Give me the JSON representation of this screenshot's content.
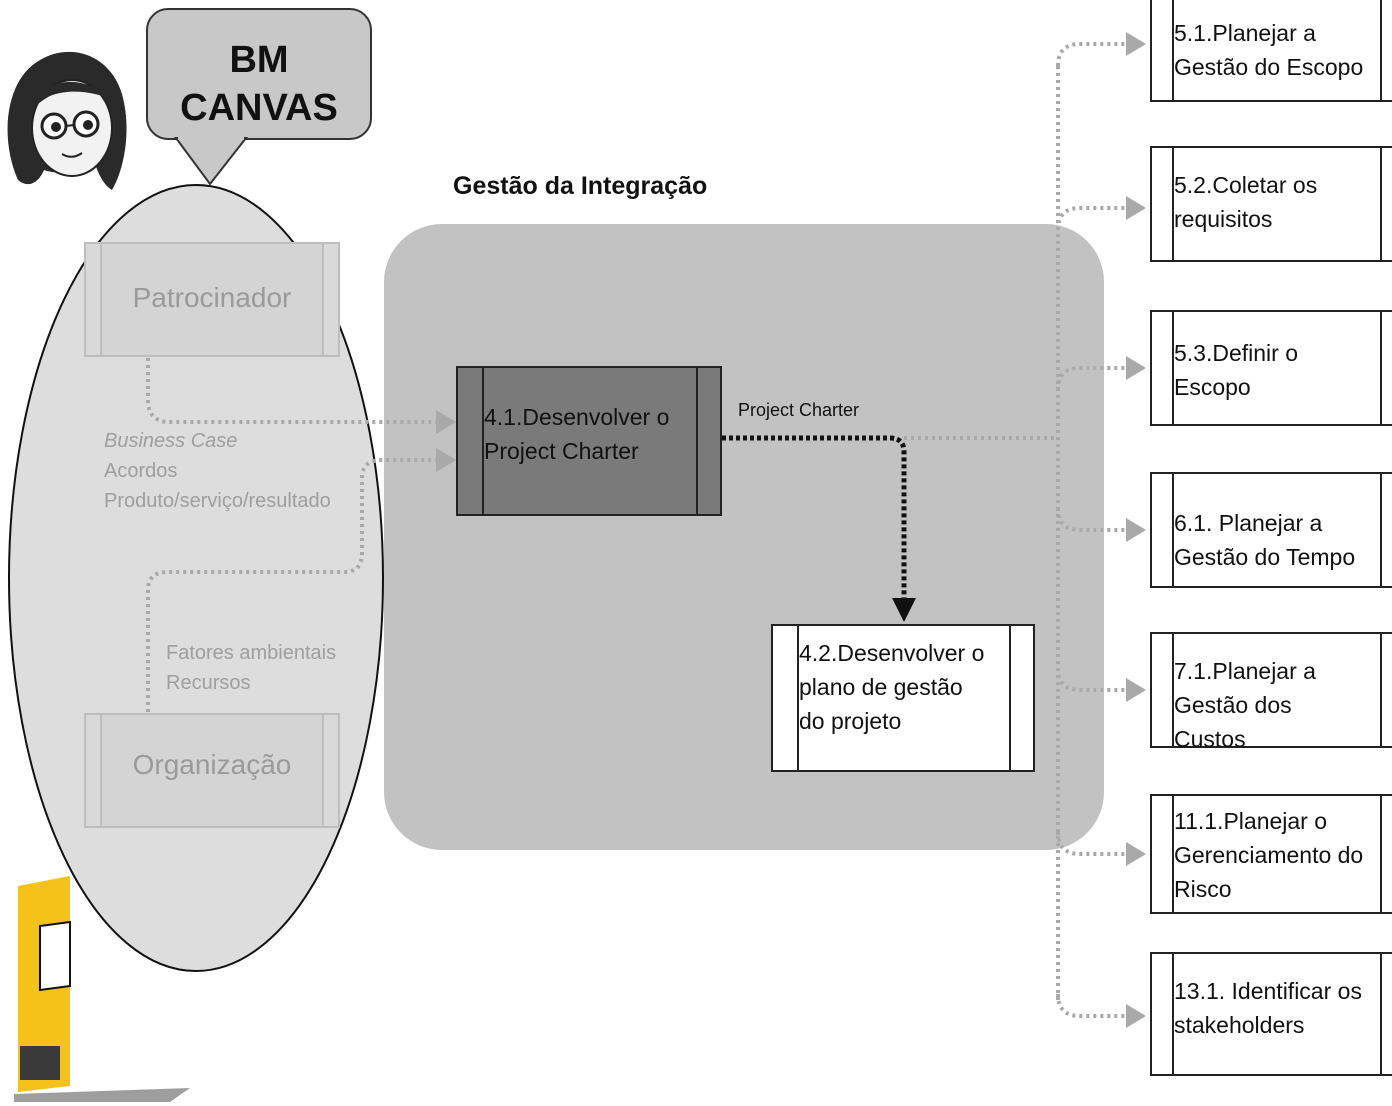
{
  "speech_bubble": {
    "line1": "BM",
    "line2": "CANVAS"
  },
  "section_title": "Gestão da Integração",
  "entities": {
    "sponsor": "Patrocinador",
    "organization": "Organização"
  },
  "inputs": {
    "sponsor": [
      "Business Case",
      "Acordos",
      "Produto/serviço/resultado"
    ],
    "organization": [
      "Fatores ambientais",
      "Recursos"
    ]
  },
  "main_process": {
    "line1": "4.1.Desenvolver o",
    "line2": "Project Charter"
  },
  "output_label": "Project Charter",
  "plan_process": {
    "line1": "4.2.Desenvolver o",
    "line2": "plano de gestão",
    "line3": "do projeto"
  },
  "targets": [
    {
      "line1": "5.1.Planejar a",
      "line2": "Gestão do Escopo",
      "line3": ""
    },
    {
      "line1": "5.2.Coletar os",
      "line2": "requisitos",
      "line3": ""
    },
    {
      "line1": "5.3.Definir o",
      "line2": "Escopo",
      "line3": ""
    },
    {
      "line1": "6.1. Planejar a",
      "line2": "Gestão do Tempo",
      "line3": ""
    },
    {
      "line1": "7.1.Planejar a",
      "line2": "Gestão dos",
      "line3": "Custos"
    },
    {
      "line1": "11.1.Planejar o",
      "line2": "Gerenciamento do",
      "line3": "Risco"
    },
    {
      "line1": "13.1. Identificar os",
      "line2": "stakeholders",
      "line3": ""
    }
  ],
  "colors": {
    "area": "#c2c2c2",
    "dark_process": "#7a7a7a",
    "dotted_light": "#a9a9a9",
    "dotted_dark": "#111111"
  }
}
